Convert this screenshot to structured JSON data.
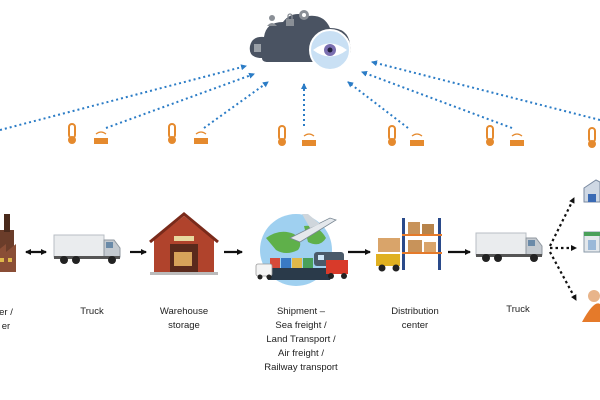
{
  "colors": {
    "cloud": "#4a5362",
    "eye_bg": "#c9e0f4",
    "iris": "#7a6fb0",
    "dotted_arrow": "#2b7cc6",
    "sensor": "#e58a2e",
    "flow_arrow": "#111111"
  },
  "cloud": {
    "icon": "cloud-monitoring-icon",
    "overlays": [
      "gear-icon",
      "lock-icon",
      "user-icon",
      "eye-icon"
    ]
  },
  "sensor_icons": "temperature-sensor-icon",
  "nodes": [
    {
      "id": "manufacturer",
      "icon": "factory-icon",
      "lines": [
        "er /",
        "er"
      ]
    },
    {
      "id": "truck-1",
      "icon": "truck-icon",
      "lines": [
        "Truck"
      ]
    },
    {
      "id": "warehouse",
      "icon": "warehouse-icon",
      "lines": [
        "Warehouse",
        "storage"
      ]
    },
    {
      "id": "shipment",
      "icon": "shipment-icon",
      "lines": [
        "Shipment –",
        "Sea freight /",
        "Land Transport /",
        "Air freight /",
        "Railway transport"
      ]
    },
    {
      "id": "distribution",
      "icon": "distribution-center-icon",
      "lines": [
        "Distribution",
        "center"
      ]
    },
    {
      "id": "truck-2",
      "icon": "truck-icon",
      "lines": [
        "Truck"
      ]
    },
    {
      "id": "retail",
      "icon": "retail-store-icon",
      "lines": []
    }
  ]
}
